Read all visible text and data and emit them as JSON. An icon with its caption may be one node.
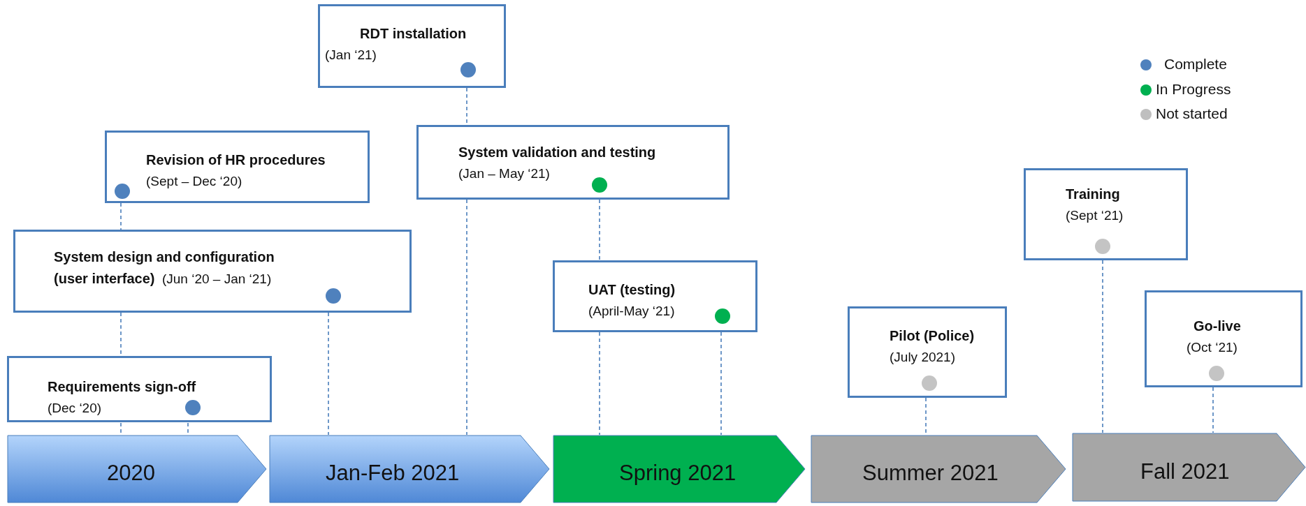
{
  "diagram": {
    "nodes": [
      {
        "text": [
          "Requirements sign-off",
          "(Dec ‘20)"
        ]
      },
      {
        "text": [],
        "shape": "circle",
        "in": 0
      },
      {
        "text": [
          "System design and configuration (user interface)",
          "(Jun ‘20 – Jan ‘21)"
        ]
      },
      {
        "text": [],
        "shape": "circle",
        "in": 2
      },
      {
        "text": [
          "Revision of HR procedures",
          "(Sept – Dec ‘20)"
        ]
      },
      {
        "text": [],
        "shape": "circle",
        "in": 4
      },
      {
        "text": [
          "RDT installation",
          "(Jan ‘21)"
        ]
      },
      {
        "text": [],
        "shape": "circle",
        "in": 6
      },
      {
        "text": [
          "System validation and testing",
          "(Jan – May ‘21)"
        ]
      },
      {
        "text": [],
        "shape": "circle",
        "in": 8
      },
      {
        "text": [
          "UAT (testing)",
          "(April-May ‘21)"
        ]
      },
      {
        "text": [],
        "shape": "circle",
        "in": 10
      },
      {
        "text": [
          "Pilot (Police)",
          "(July 2021)"
        ]
      },
      {
        "text": [],
        "shape": "circle",
        "in": 12
      },
      {
        "text": [
          "Training",
          "(Sept ‘21)"
        ]
      },
      {
        "text": [],
        "shape": "circle",
        "in": 14
      },
      {
        "text": [
          "Go-live",
          "(Oct ‘21)"
        ]
      },
      {
        "text": [],
        "shape": "circle",
        "in": 16
      },
      {
        "text": [
          "2020"
        ]
      },
      {
        "text": [
          "Jan-Feb 2021"
        ]
      },
      {
        "text": [
          "Spring 2021"
        ]
      },
      {
        "text": [
          "Summer 2021"
        ]
      },
      {
        "text": [
          "Fall 2021"
        ]
      }
    ],
    "edges": [
      {
        "from": 4,
        "to": 2,
        "arrow": "none",
        "style": "dashed"
      },
      {
        "from": 2,
        "to": 0,
        "arrow": "none",
        "style": "dashed"
      },
      {
        "from": 0,
        "to": 18,
        "arrow": "none",
        "style": "dashed"
      },
      {
        "from": 0,
        "to": 18,
        "arrow": "none",
        "style": "dashed"
      },
      {
        "from": 2,
        "to": 19,
        "arrow": "none",
        "style": "dashed"
      },
      {
        "from": 6,
        "to": 8,
        "arrow": "none",
        "style": "dashed"
      },
      {
        "from": 8,
        "to": 19,
        "arrow": "none",
        "style": "dashed"
      },
      {
        "from": 8,
        "to": 10,
        "arrow": "none",
        "style": "dashed"
      },
      {
        "from": 10,
        "to": 20,
        "arrow": "none",
        "style": "dashed"
      },
      {
        "from": 10,
        "to": 20,
        "arrow": "none",
        "style": "dashed"
      },
      {
        "from": 12,
        "to": 21,
        "arrow": "none",
        "style": "dashed"
      },
      {
        "from": 14,
        "to": 22,
        "arrow": "none",
        "style": "dashed"
      },
      {
        "from": 16,
        "to": 22,
        "arrow": "none",
        "style": "dashed"
      }
    ],
    "legend": [
      {
        "text": "Complete",
        "color": "#4f81bd"
      },
      {
        "text": "In Progress",
        "color": "#00b050"
      },
      {
        "text": "Not started",
        "color": "#bfbfbf"
      }
    ]
  }
}
